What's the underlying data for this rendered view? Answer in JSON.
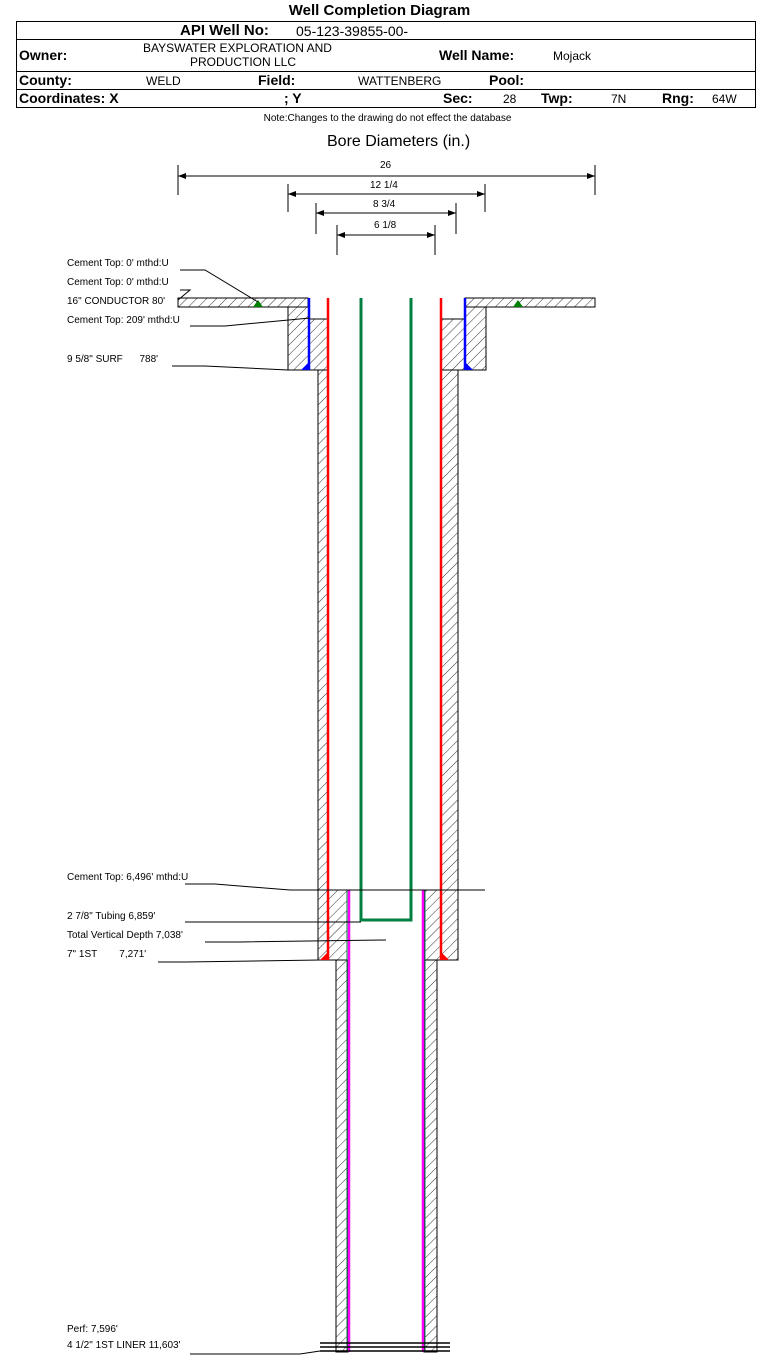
{
  "title": "Well Completion Diagram",
  "header": {
    "api_label": "API Well No:",
    "api_value": "05-123-39855-00-",
    "owner_label": "Owner:",
    "owner_value_1": "BAYSWATER EXPLORATION AND",
    "owner_value_2": "PRODUCTION LLC",
    "well_name_label": "Well Name:",
    "well_name_value": "Mojack",
    "county_label": "County:",
    "county_value": "WELD",
    "field_label": "Field:",
    "field_value": "WATTENBERG",
    "pool_label": "Pool:",
    "coord_label": "Coordinates: X",
    "y_label": "; Y",
    "sec_label": "Sec:",
    "sec_value": "28",
    "twp_label": "Twp:",
    "twp_value": "7N",
    "rng_label": "Rng:",
    "rng_value": "64W"
  },
  "note": "Note:Changes to the drawing do not effect the database",
  "bore_title": "Bore Diameters (in.)",
  "diameters": [
    "26",
    "12 1/4",
    "8 3/4",
    "6 1/8"
  ],
  "labels": {
    "cement_top_1": "Cement Top: 0' mthd:U",
    "cement_top_2": "Cement Top: 0' mthd:U",
    "conductor": "16\" CONDUCTOR  80'",
    "cement_top_3": "Cement Top: 209' mthd:U",
    "surface": "9 5/8\" SURF      788'",
    "cement_top_4": "Cement Top: 6,496' mthd:U",
    "tubing": "2 7/8\" Tubing 6,859'",
    "tvd": "Total Vertical Depth 7,038'",
    "first_string": "7\" 1ST        7,271'",
    "perf": "Perf: 7,596'",
    "liner": "4 1/2\" 1ST LINER 11,603'"
  },
  "colors": {
    "casing_red": "#ff0000",
    "tubing_green": "#008040",
    "surface_blue": "#0000ff",
    "liner_magenta": "#ff00ff"
  }
}
